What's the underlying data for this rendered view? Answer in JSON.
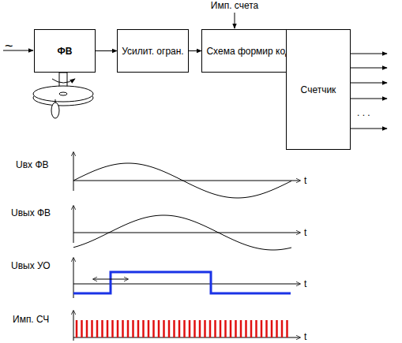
{
  "diagram": {
    "nodes": [
      {
        "text": [
          "ФВ"
        ]
      },
      {
        "text": [
          "Усилит. огран."
        ]
      },
      {
        "text": [
          "Схема формир кода"
        ]
      },
      {
        "text": [
          "Счетчик"
        ]
      }
    ],
    "edges": [
      {
        "from": 0,
        "to": 1,
        "arrow": "to"
      },
      {
        "from": 1,
        "to": 2,
        "arrow": "to"
      },
      {
        "from": 2,
        "to": 3,
        "arrow": "to"
      }
    ],
    "labels": [
      "~",
      "Имп. счета",
      ". . .",
      "Uвх ФВ",
      "t",
      "Uвых ФВ",
      "t",
      "Uвых УО",
      "t",
      "Имп. СЧ",
      "t"
    ]
  }
}
